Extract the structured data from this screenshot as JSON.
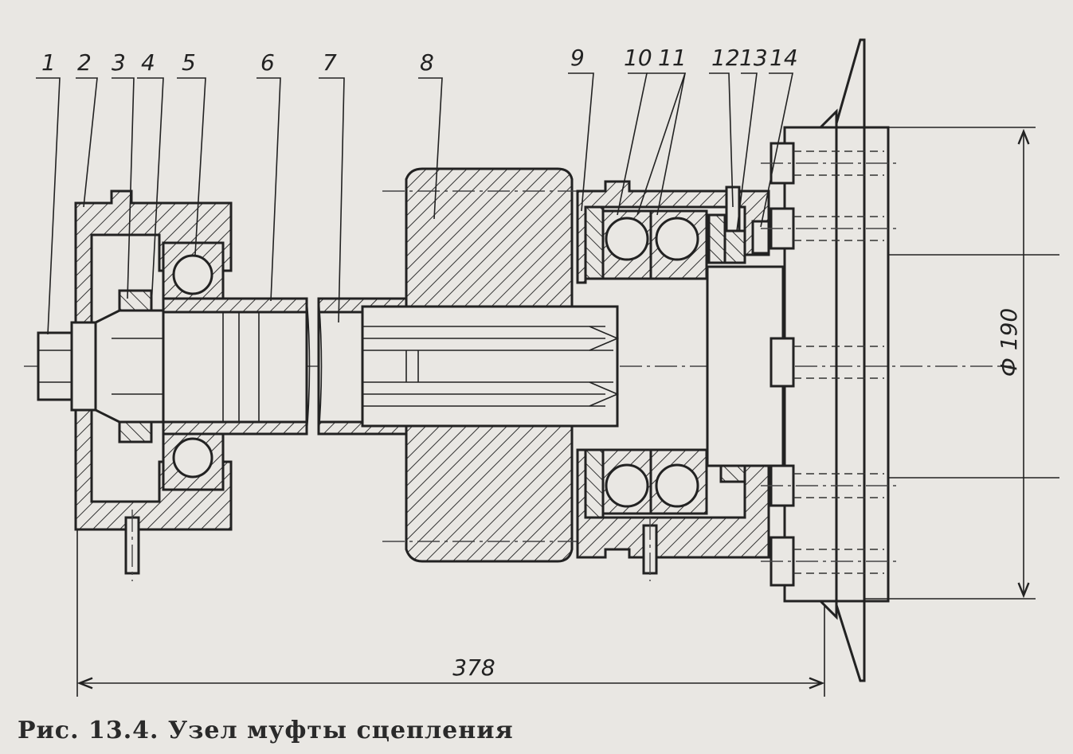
{
  "part_labels": [
    "1",
    "2",
    "3",
    "4",
    "5",
    "6",
    "7",
    "8",
    "9",
    "10",
    "11",
    "12",
    "13",
    "14"
  ],
  "dimensions": {
    "diameter": "Ф 190",
    "length": "378"
  },
  "caption": "Рис. 13.4. Узел муфты сцепления"
}
